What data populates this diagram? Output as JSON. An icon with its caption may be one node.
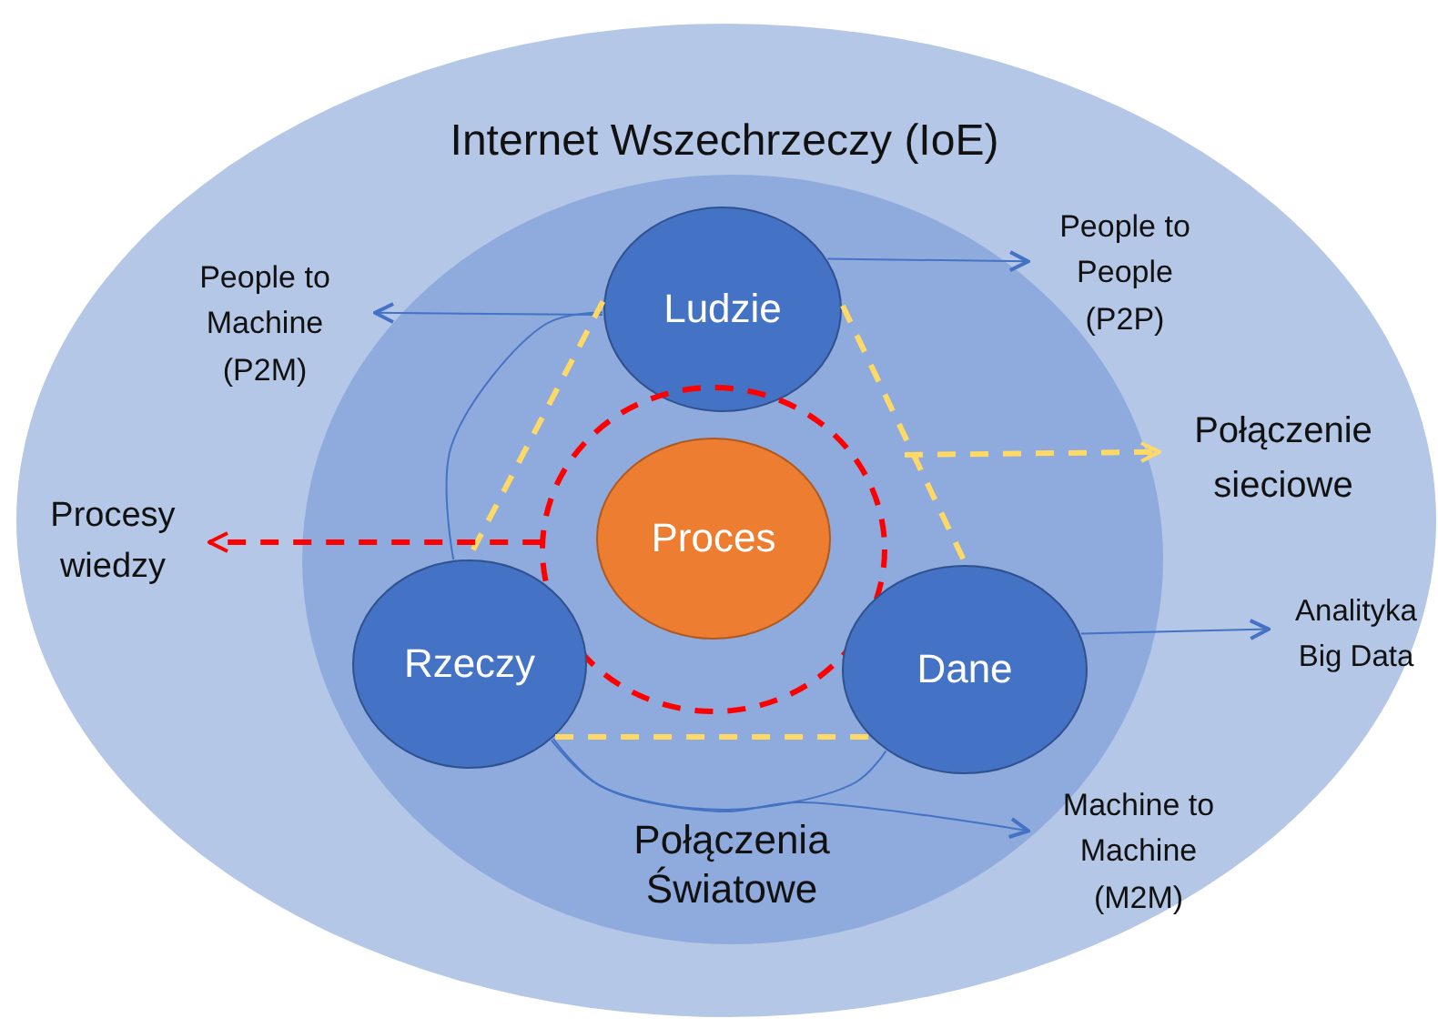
{
  "diagram": {
    "nodes": [
      {
        "text": [
          "Internet Wszechrzeczy (IoE)"
        ]
      },
      {
        "text": [
          "Połączenia Światowe"
        ],
        "in": 0
      },
      {
        "text": [
          "People to People (P2P)"
        ],
        "in": 0
      },
      {
        "text": [
          "People to Machine (P2M)"
        ],
        "in": 0
      },
      {
        "text": [
          "Ludzie"
        ],
        "in": 1
      },
      {
        "text": [
          "Połączenie sieciowe"
        ],
        "in": 0
      },
      {
        "text": [
          "Procesy wiedzy"
        ],
        "in": 0
      },
      {
        "text": [],
        "shape": "circle",
        "in": 1
      },
      {
        "text": [
          "Proces"
        ],
        "in": 7
      },
      {
        "text": [
          "Rzeczy"
        ],
        "in": 1
      },
      {
        "text": [
          "Analityka Big Data"
        ],
        "in": 0
      },
      {
        "text": [
          "Dane"
        ],
        "in": 1
      },
      {
        "text": [
          "Machine to Machine (M2M)"
        ],
        "in": 0
      }
    ],
    "edges": [
      {
        "from": 4,
        "to": 3,
        "arrow": "to"
      },
      {
        "from": 4,
        "to": 2,
        "arrow": "to"
      },
      {
        "from": 11,
        "to": 10,
        "arrow": "to"
      },
      {
        "from": 9,
        "to": 12,
        "arrow": "to"
      },
      {
        "from": 4,
        "to": 9,
        "arrow": "none"
      },
      {
        "from": 9,
        "to": 11,
        "arrow": "none"
      },
      {
        "from": 4,
        "to": 9,
        "arrow": "none",
        "style": "dashed",
        "color": "#ffd966"
      },
      {
        "from": 4,
        "to": 11,
        "arrow": "none",
        "style": "dashed",
        "color": "#ffd966"
      },
      {
        "from": 9,
        "to": 11,
        "arrow": "none",
        "style": "dashed",
        "color": "#ffd966"
      },
      {
        "from": null,
        "to": 5,
        "arrow": "to",
        "style": "dashed",
        "color": "#ffd966"
      },
      {
        "from": 7,
        "to": 6,
        "arrow": "to",
        "style": "dashed",
        "color": "#ff0000"
      }
    ]
  }
}
